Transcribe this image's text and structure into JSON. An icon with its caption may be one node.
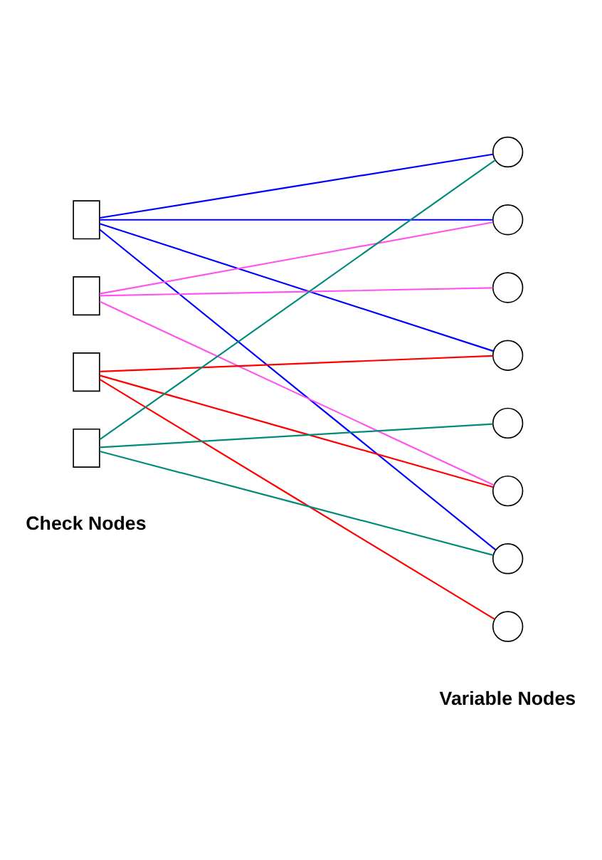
{
  "diagram": {
    "nodes": [
      {
        "text": [],
        "shape": "box"
      },
      {
        "text": [],
        "shape": "box"
      },
      {
        "text": [],
        "shape": "box"
      },
      {
        "text": [],
        "shape": "box"
      },
      {
        "text": [],
        "shape": "circle"
      },
      {
        "text": [],
        "shape": "circle"
      },
      {
        "text": [],
        "shape": "circle"
      },
      {
        "text": [],
        "shape": "circle"
      },
      {
        "text": [],
        "shape": "circle"
      },
      {
        "text": [],
        "shape": "circle"
      },
      {
        "text": [],
        "shape": "circle"
      },
      {
        "text": [],
        "shape": "circle"
      }
    ],
    "edges": [
      {
        "from": 0,
        "to": 4,
        "arrow": "none",
        "color": "#0000ff"
      },
      {
        "from": 0,
        "to": 5,
        "arrow": "none",
        "color": "#0000ff"
      },
      {
        "from": 0,
        "to": 7,
        "arrow": "none",
        "color": "#0000ff"
      },
      {
        "from": 0,
        "to": 10,
        "arrow": "none",
        "color": "#0000ff"
      },
      {
        "from": 1,
        "to": 5,
        "arrow": "none",
        "color": "#ff55ee"
      },
      {
        "from": 1,
        "to": 6,
        "arrow": "none",
        "color": "#ff55ee"
      },
      {
        "from": 1,
        "to": 9,
        "arrow": "none",
        "color": "#ff55ee"
      },
      {
        "from": 2,
        "to": 7,
        "arrow": "none",
        "color": "#ff0000"
      },
      {
        "from": 2,
        "to": 9,
        "arrow": "none",
        "color": "#ff0000"
      },
      {
        "from": 2,
        "to": 11,
        "arrow": "none",
        "color": "#ff0000"
      },
      {
        "from": 3,
        "to": 4,
        "arrow": "none",
        "color": "#008b7a"
      },
      {
        "from": 3,
        "to": 8,
        "arrow": "none",
        "color": "#008b7a"
      },
      {
        "from": 3,
        "to": 10,
        "arrow": "none",
        "color": "#008b7a"
      }
    ],
    "labels": [
      "Check Nodes",
      "Variable Nodes"
    ]
  }
}
